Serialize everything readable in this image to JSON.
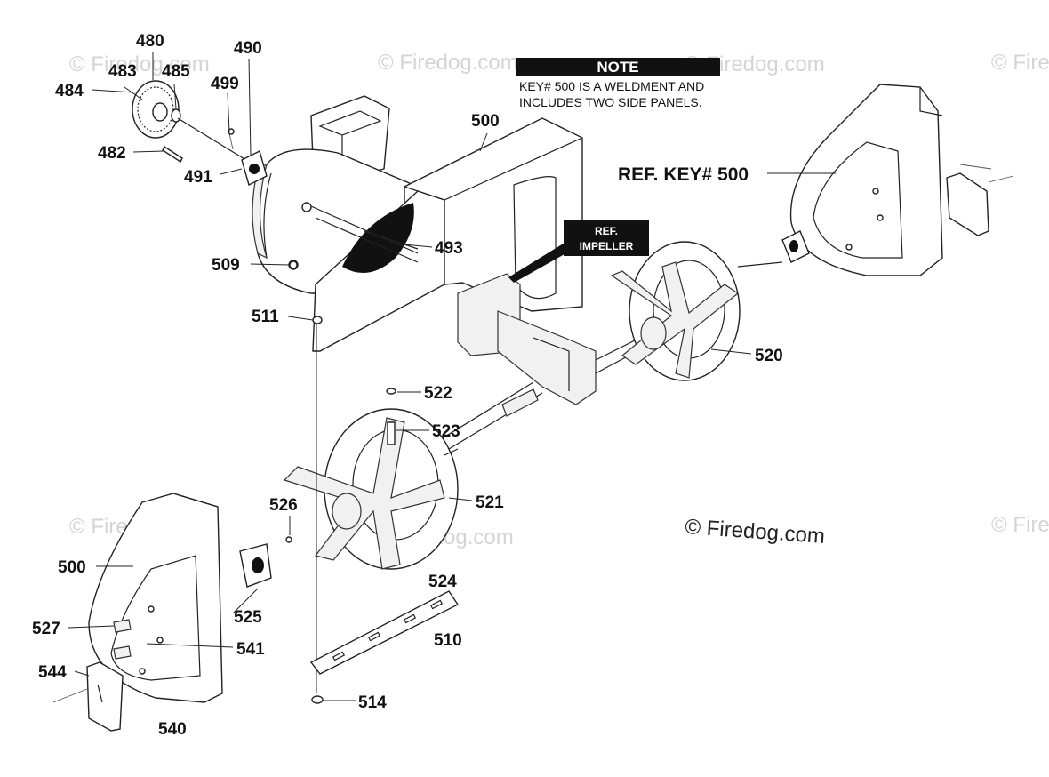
{
  "note": {
    "title": "NOTE",
    "line1": "KEY# 500 IS A WELDMENT AND",
    "line2": "INCLUDES TWO SIDE PANELS."
  },
  "ref_impeller": {
    "line1": "REF.",
    "line2": "IMPELLER"
  },
  "ref_key": "REF. KEY# 500",
  "copyright": "© Firedog.com",
  "watermark": "© Firedog.com",
  "labels": {
    "l480": "480",
    "l490": "490",
    "l483": "483",
    "l485": "485",
    "l484": "484",
    "l499": "499",
    "l482": "482",
    "l491": "491",
    "l500a": "500",
    "l493": "493",
    "l509": "509",
    "l511": "511",
    "l520": "520",
    "l522": "522",
    "l523": "523",
    "l521": "521",
    "l526": "526",
    "l500b": "500",
    "l525": "525",
    "l524": "524",
    "l527": "527",
    "l541": "541",
    "l510": "510",
    "l544": "544",
    "l514": "514",
    "l540": "540"
  }
}
